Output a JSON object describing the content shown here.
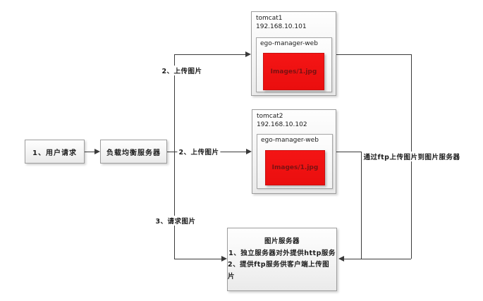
{
  "nodes": {
    "user_request": {
      "label": "1、用户请求"
    },
    "load_balancer": {
      "label": "负载均衡服务器"
    },
    "tomcat1": {
      "title": "tomcat1",
      "ip": "192.168.10.101",
      "app": "ego-manager-web",
      "image_label": "Images/1.jpg"
    },
    "tomcat2": {
      "title": "tomcat2",
      "ip": "192.168.10.102",
      "app": "ego-manager-web",
      "image_label": "Images/1.jpg"
    },
    "image_server": {
      "title": "图片服务器",
      "item1": "1、独立服务器对外提供http服务",
      "item2": "2、提供ftp服务供客户端上传图片"
    }
  },
  "edges": {
    "upload_to_tomcat1": "2、上传图片",
    "upload_to_tomcat2": "2、上传图片",
    "request_images": "3、请求图片",
    "ftp_note": "通过ftp上传图片到图片服务器"
  },
  "colors": {
    "connector": "#3a3a3a",
    "box_border": "#9d9d9d",
    "red_fill": "#ee1111",
    "red_text": "#7a1212",
    "background": "#ffffff"
  }
}
